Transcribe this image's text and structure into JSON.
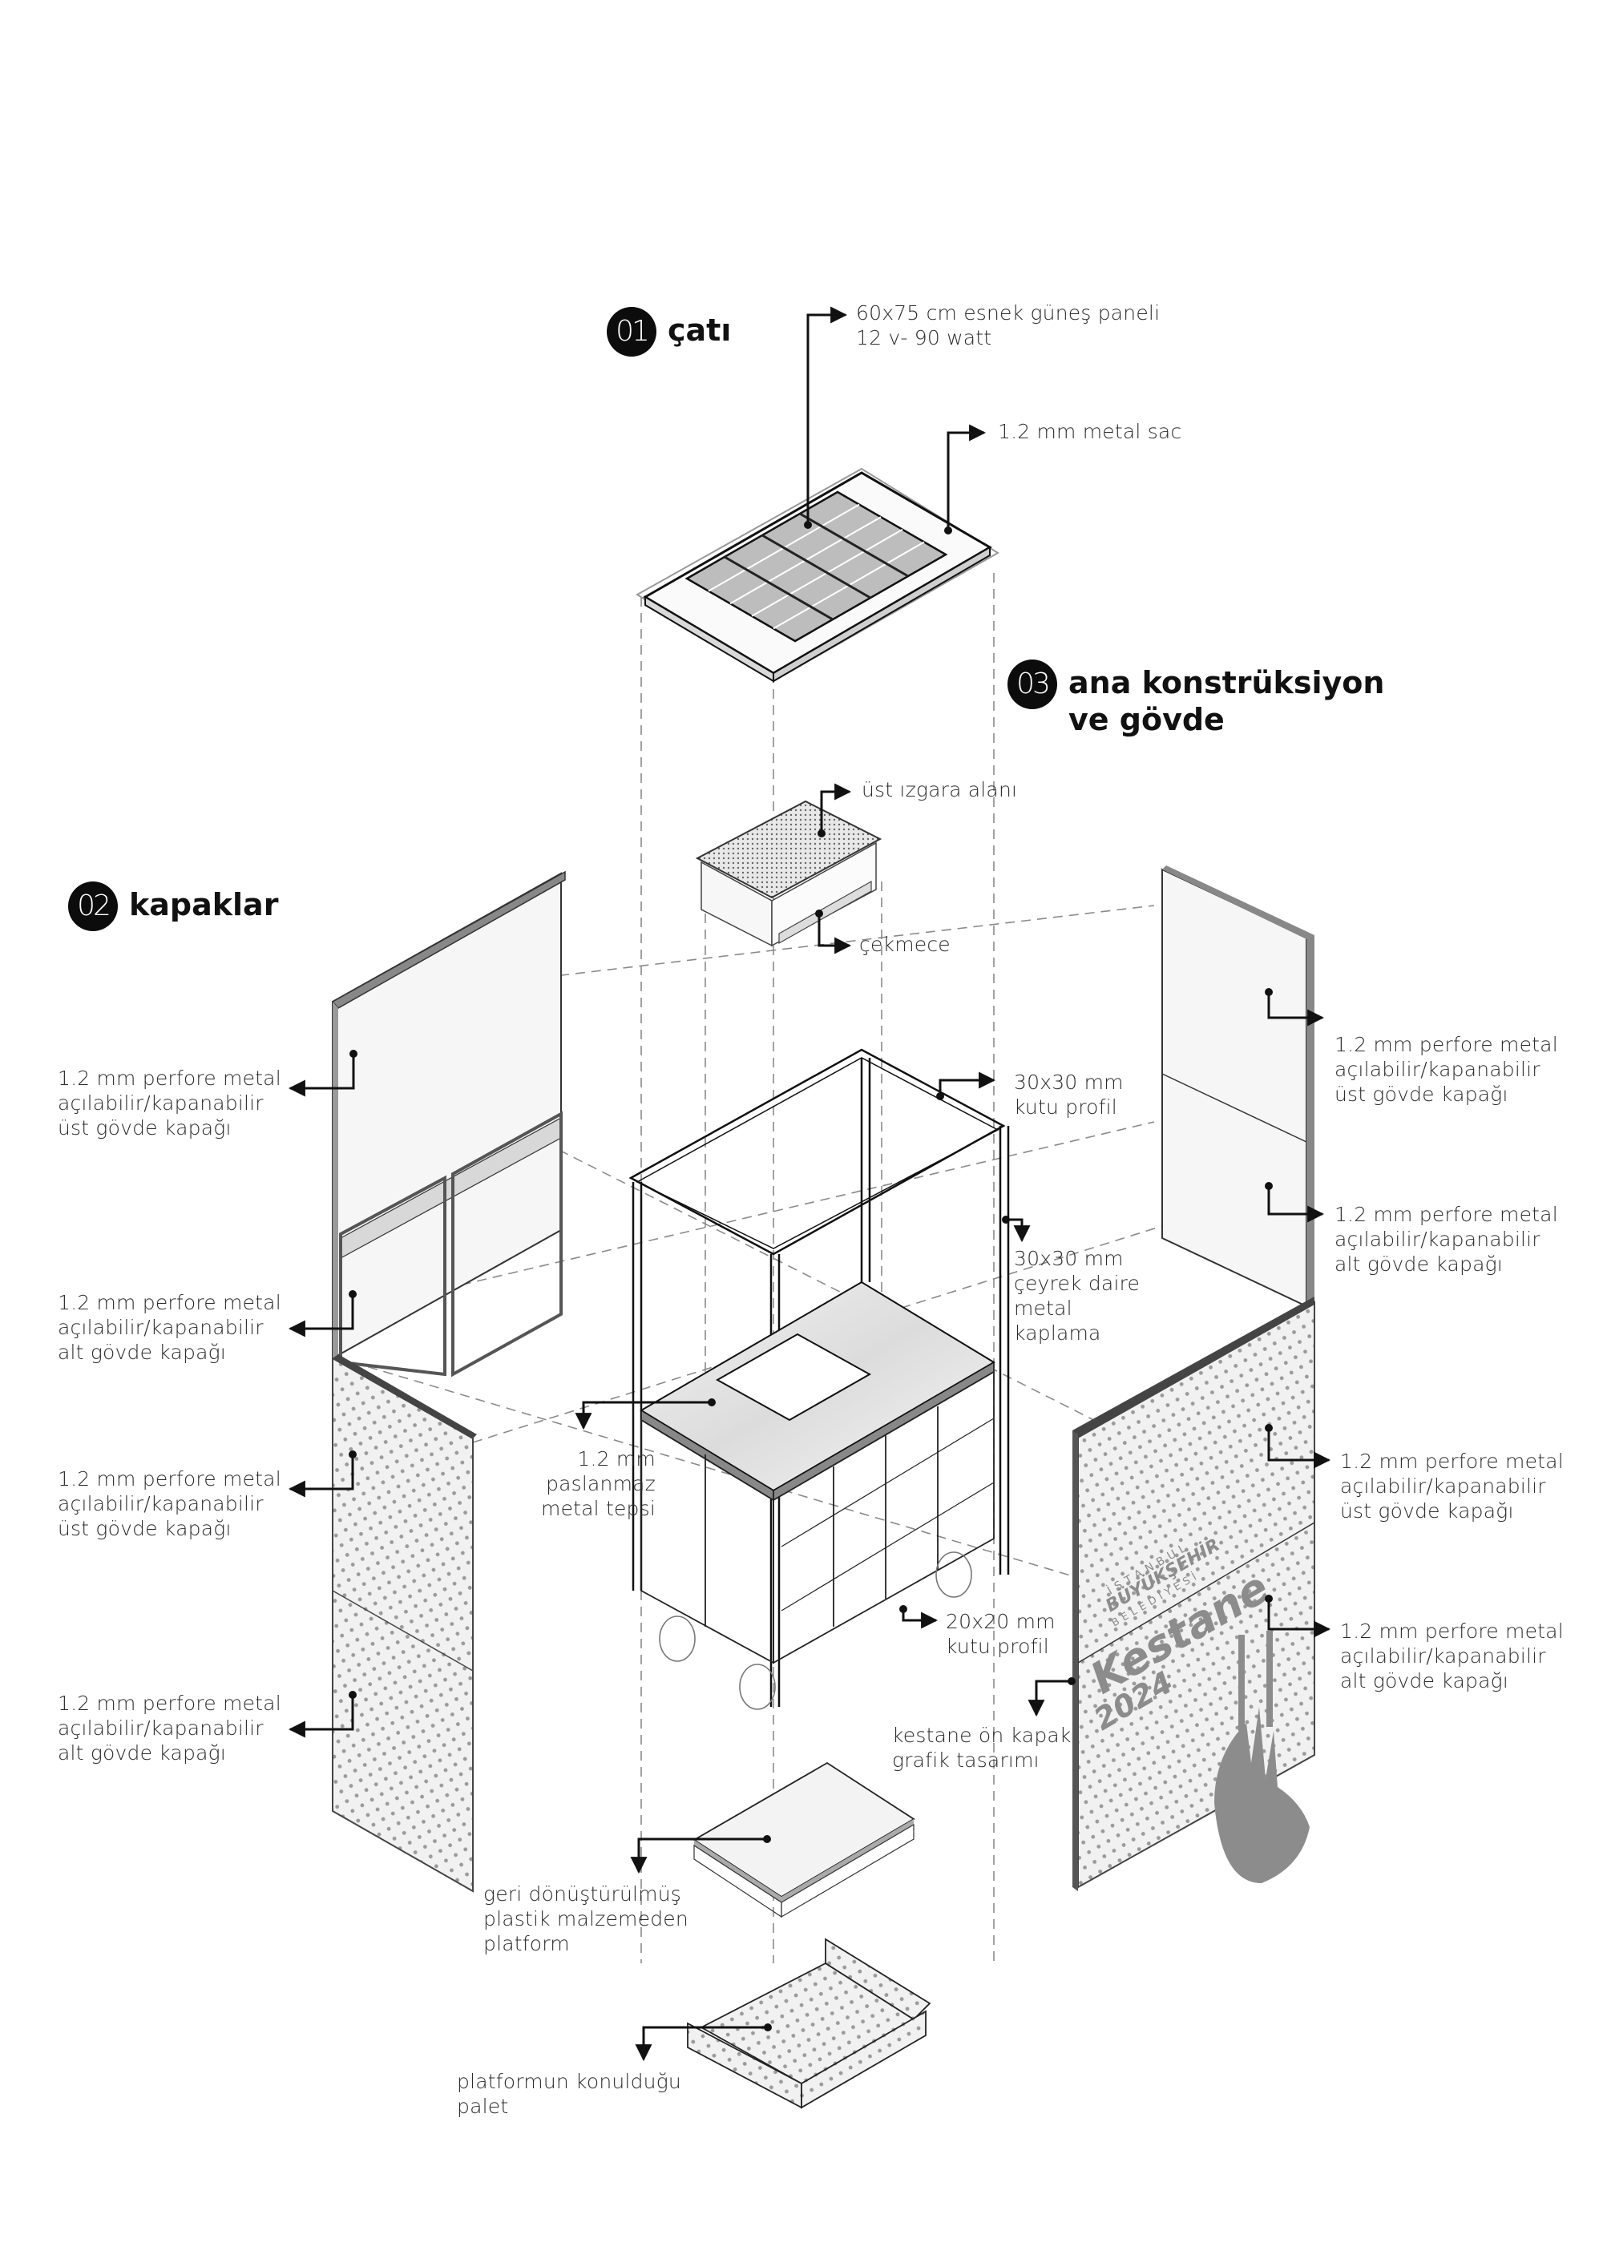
{
  "sections": [
    {
      "number": "01",
      "title": "çatı"
    },
    {
      "number": "02",
      "title": "kapaklar"
    },
    {
      "number": "03",
      "title": "ana konstrüksiyon\nve gövde"
    }
  ],
  "labels": {
    "solar_panel": "60x75 cm esnek güneş paneli\n12 v- 90 watt",
    "metal_sheet": "1.2 mm metal sac",
    "grill_area": "üst ızgara alanı",
    "drawer": "çekmece",
    "left_upper_glass": "1.2 mm perfore metal\naçılabilir/kapanabilir\nüst gövde kapağı",
    "left_lower_glass": "1.2 mm perfore metal\naçılabilir/kapanabilir\nalt gövde kapağı",
    "left_upper_perf": "1.2 mm perfore metal\naçılabilir/kapanabilir\nüst gövde kapağı",
    "left_lower_perf": "1.2 mm perfore metal\naçılabilir/kapanabilir\nalt gövde kapağı",
    "box_profile_30": "30x30 mm\nkutu profil",
    "quarter_circle": "30x30 mm\nçeyrek daire\nmetal\nkaplama",
    "steel_tray": "1.2 mm\npaslanmaz\nmetal tepsi",
    "box_profile_20": "20x20 mm\nkutu profil",
    "right_upper_glass": "1.2 mm perfore metal\naçılabilir/kapanabilir\nüst gövde kapağı",
    "right_lower_glass": "1.2 mm perfore metal\naçılabilir/kapanabilir\nalt gövde kapağı",
    "right_upper_perf": "1.2 mm perfore metal\naçılabilir/kapanabilir\nüst gövde kapağı",
    "right_lower_perf": "1.2 mm perfore metal\naçılabilir/kapanabilir\nalt gövde kapağı",
    "front_graphic": "kestane ön kapak\ngrafik tasarımı",
    "platform": "geri dönüştürülmüş\nplastik malzemeden\nplatform",
    "pallet": "platformun konulduğu\npalet"
  },
  "graphic": {
    "municipality_line1": "İSTANBUL",
    "municipality_line2": "BÜYÜKŞEHİR",
    "municipality_line3": "BELEDİYESİ",
    "brand": "Kestane",
    "year": "2024"
  },
  "colors": {
    "ink": "#111111",
    "panel_edge": "#8a8a8a",
    "panel_fill": "#f4f4f4",
    "solar_cell": "#bdbdbd",
    "logo_gray": "#8c8c8c"
  }
}
